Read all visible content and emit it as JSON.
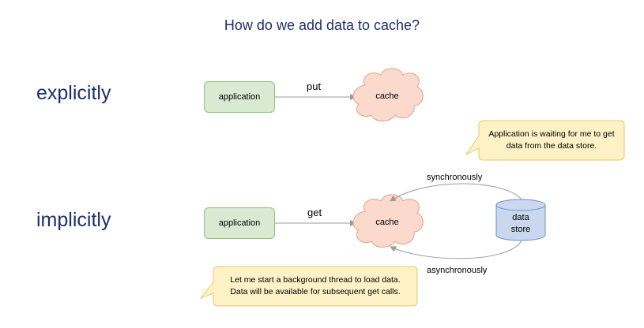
{
  "title": "How do we add data to cache?",
  "rows": {
    "explicit": {
      "label": "explicitly",
      "app_label": "application",
      "arrow_label": "put",
      "cache_label": "cache"
    },
    "implicit": {
      "label": "implicitly",
      "app_label": "application",
      "arrow_label": "get",
      "cache_label": "cache",
      "store_label_line1": "data",
      "store_label_line2": "store",
      "sync_label": "synchronously",
      "async_label": "asynchronously"
    }
  },
  "callouts": {
    "sync": {
      "line1": "Application is waiting for me to get",
      "line2": "data from the data store."
    },
    "async": {
      "line1": "Let me start a background thread to load data.",
      "line2": "Data will be available for subsequent get calls."
    }
  },
  "colors": {
    "title": "#1f2f6e",
    "app_fill": "#d9ead3",
    "app_border": "#8fc47e",
    "cache_fill": "#fbd9cc",
    "cache_border": "#e8a08a",
    "store_fill": "#c9d8ef",
    "store_border": "#6f8fc1",
    "callout_fill": "#fdf2c6",
    "callout_border": "#e8c869",
    "arrow": "#9a9a9a"
  }
}
